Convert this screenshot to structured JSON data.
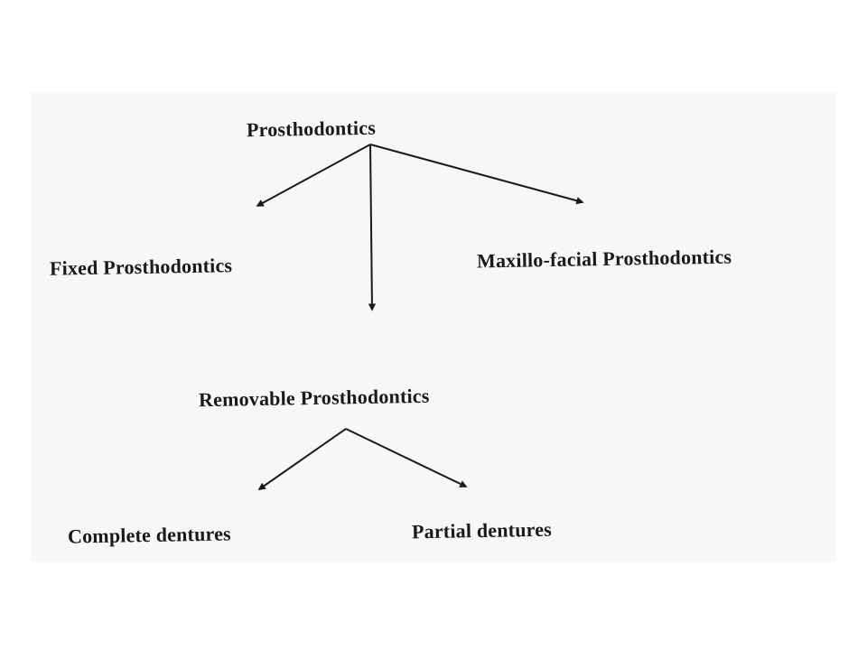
{
  "diagram": {
    "root": {
      "label": "Prosthodontics"
    },
    "children": [
      {
        "label": "Fixed Prosthodontics"
      },
      {
        "label": "Removable Prosthodontics"
      },
      {
        "label": "Maxillo-facial Prosthodontics"
      }
    ],
    "removable_children": [
      {
        "label": "Complete dentures"
      },
      {
        "label": "Partial dentures"
      }
    ]
  }
}
